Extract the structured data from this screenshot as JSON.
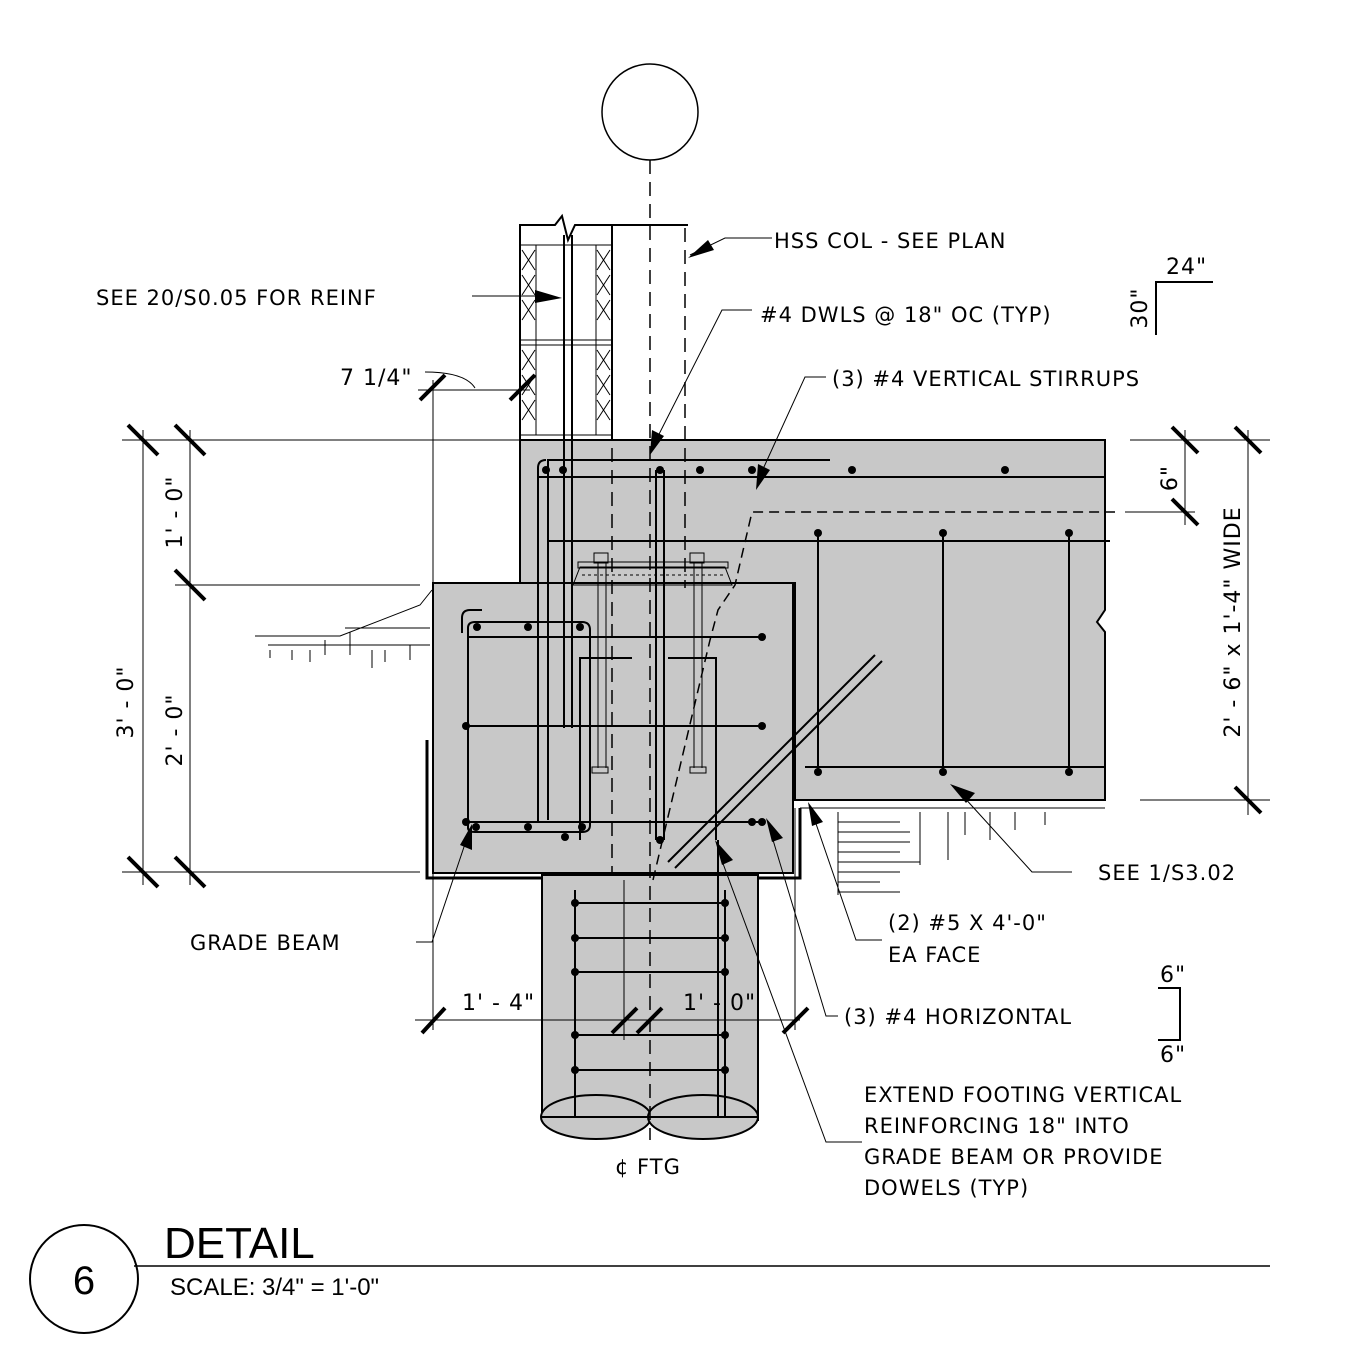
{
  "callouts": {
    "hss_col": "HSS COL - SEE PLAN",
    "see_reinf": "SEE 20/S0.05 FOR REINF",
    "dowels": "#4 DWLS @ 18\" OC (TYP)",
    "stirrups": "(3) #4 VERTICAL STIRRUPS",
    "see_s302": "SEE 1/S3.02",
    "grade_beam": "GRADE BEAM",
    "bars_5_line1": "(2) #5 X 4'-0\"",
    "bars_5_line2": "EA FACE",
    "horizontal": "(3) #4 HORIZONTAL",
    "extend_line1": "EXTEND FOOTING VERTICAL",
    "extend_line2": "REINFORCING 18\" INTO",
    "extend_line3": "GRADE BEAM OR PROVIDE",
    "extend_line4": "DOWELS (TYP)",
    "cl_ftg": "¢ FTG"
  },
  "dimensions": {
    "col_offset": "7 1/4\"",
    "total_depth": "3' - 0\"",
    "upper_depth": "1' - 0\"",
    "lower_depth": "2' - 0\"",
    "left_width": "1' - 4\"",
    "right_width": "1' - 0\"",
    "beam_depth": "6\"",
    "beam_size": "2' - 6\" x 1'-4\" WIDE",
    "slope_run": "24\"",
    "slope_rise": "30\"",
    "spacing_top": "6\"",
    "spacing_bottom": "6\""
  },
  "title_block": {
    "number": "6",
    "title": "DETAIL",
    "scale": "SCALE:  3/4\" = 1'-0\""
  }
}
